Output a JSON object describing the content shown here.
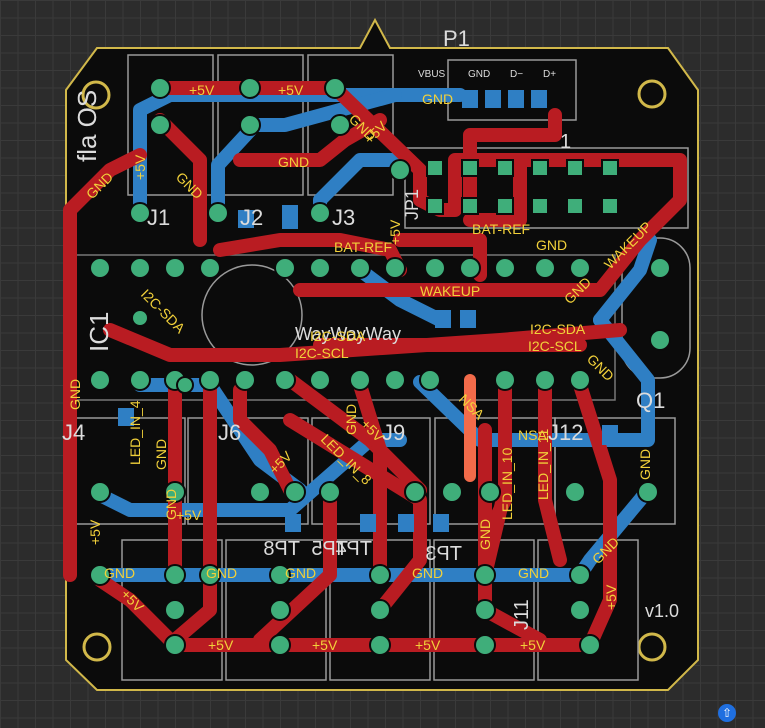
{
  "board": {
    "revision": "v1.0",
    "logo_text": "fla OS",
    "center_text": "WayWayWay"
  },
  "components": {
    "P1": "P1",
    "P1_pins": [
      "VBUS",
      "GND",
      "D−",
      "D+"
    ],
    "J1": "J1",
    "J2": "J2",
    "J3": "J3",
    "J4": "J4",
    "J6": "J6",
    "J9": "J9",
    "J11": "J11",
    "J12": "J12",
    "IC1": "IC1",
    "Q1": "Q1",
    "JP1": "JP1",
    "TP_labels": [
      "TP8",
      "TP5",
      "TP4",
      "TP3"
    ],
    "pin1": "1"
  },
  "nets": {
    "vcc": "+5V",
    "gnd": "GND",
    "bat_ref": "BAT-REF",
    "wakeup": "WAKEUP",
    "i2c_sda": "I2C-SDA",
    "i2c_scl": "I2C-SCL",
    "led_in_4": "LED_IN_4",
    "led_in_8": "LED_IN_8",
    "led_in_10": "LED_IN_10",
    "led_in_11": "LED_IN_11",
    "nsa": "NSA"
  },
  "colors": {
    "board": "#0d0d0d",
    "top_copper": "#b91c22",
    "bottom_copper": "#2f7fc4",
    "pad": "#3fae7a",
    "label": "#f2d13a",
    "outline": "#d1b84a",
    "silkscreen": "#dcdcdc"
  }
}
